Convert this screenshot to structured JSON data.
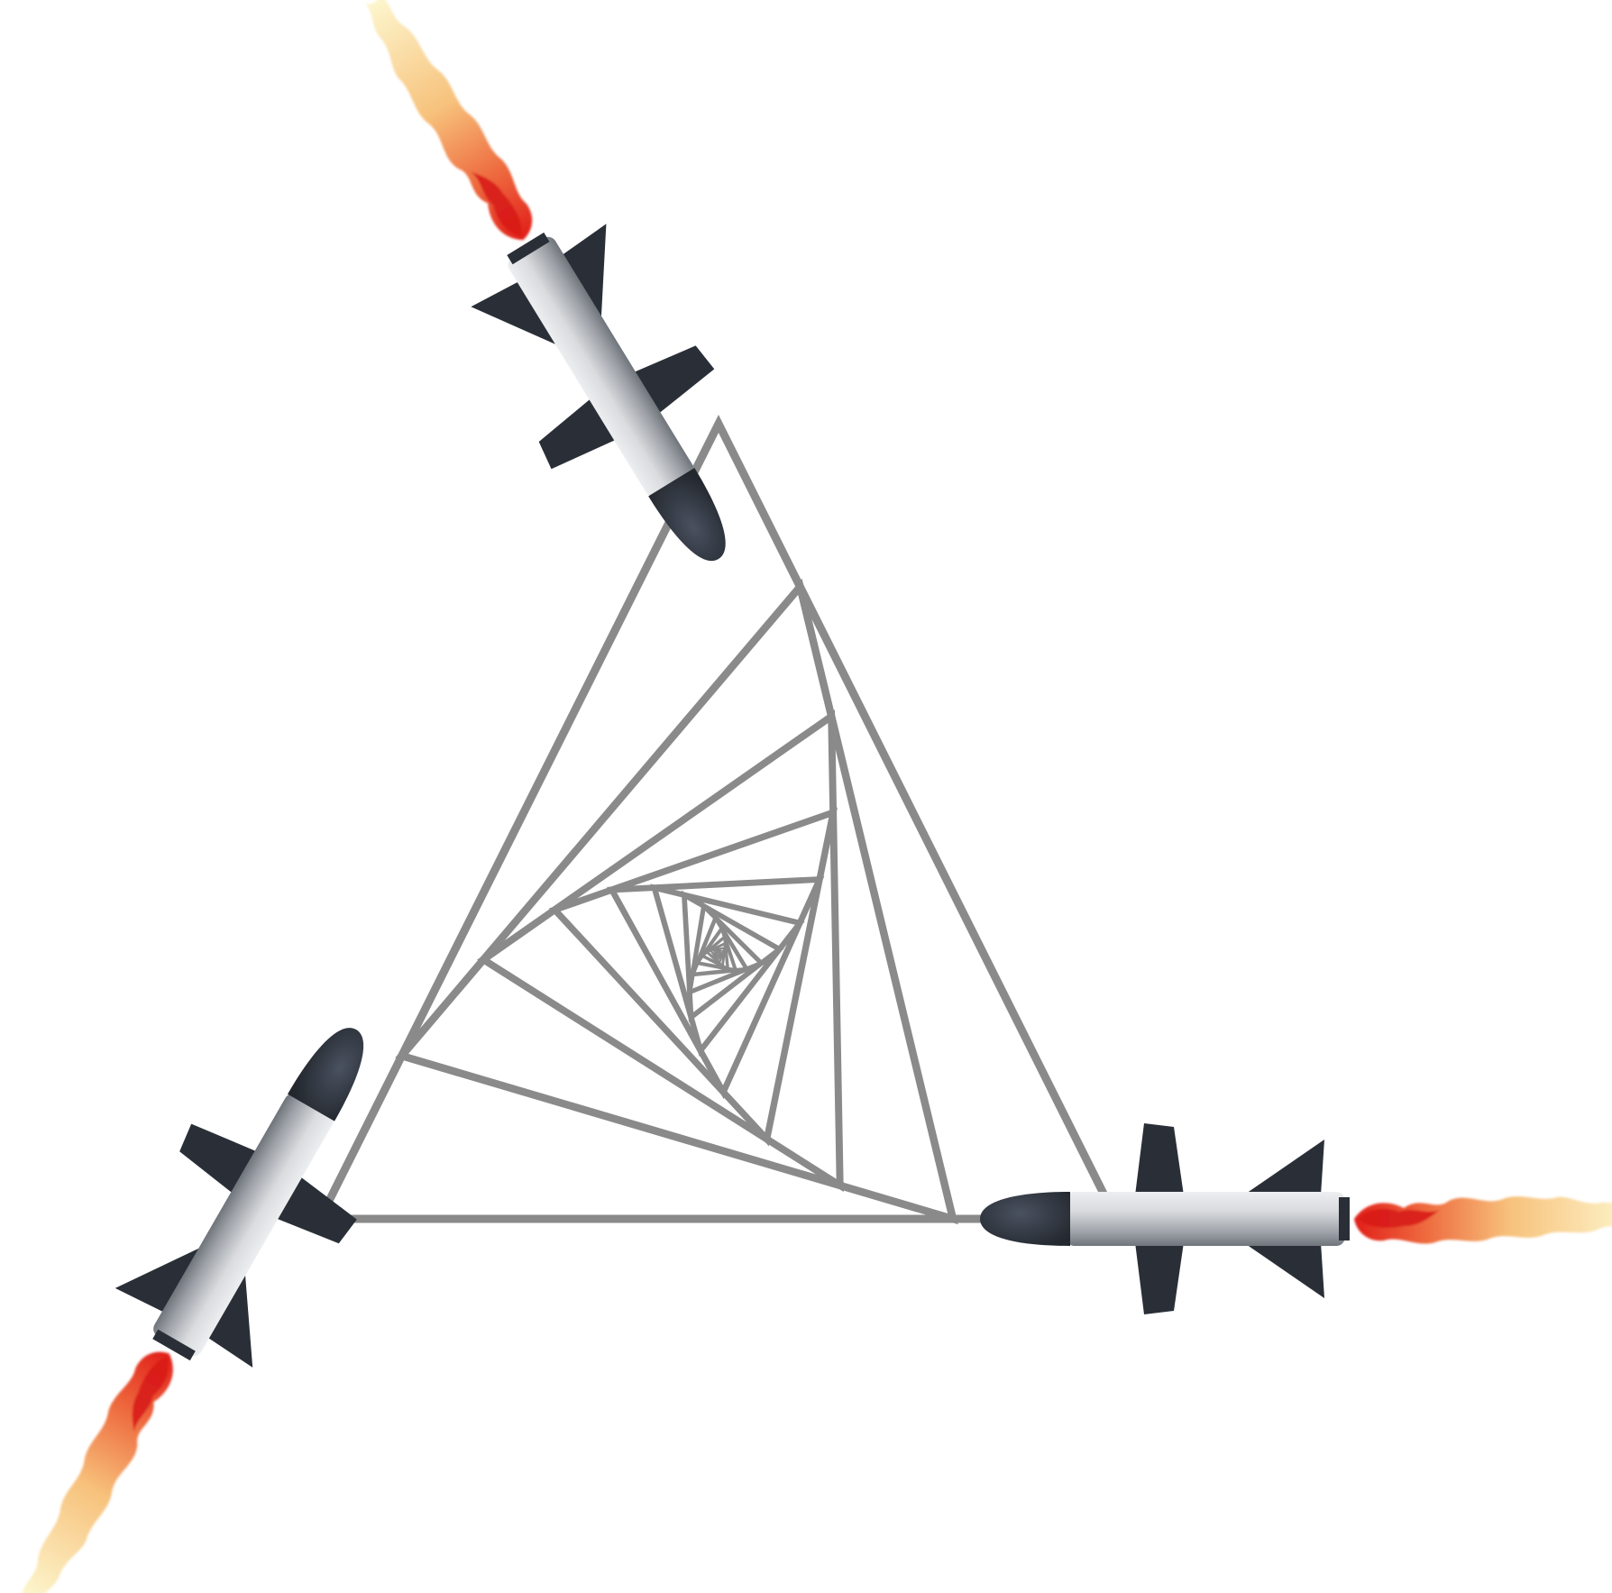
{
  "diagram": {
    "kind": "pursuit-curve",
    "missile_count": 3,
    "nested_triangle_steps": 18,
    "colors": {
      "background": "#ffffff",
      "line": "#8a8a8a",
      "missile_dark": "#2a2f37",
      "missile_body_light": "#e6e7ea",
      "missile_body_mid": "#9a9ea4",
      "flame_hot": "#e0241a",
      "flame_warm": "#f08a4a",
      "flame_cool": "#fbf4c0"
    },
    "missiles": [
      {
        "id": "missile-top",
        "icon": "missile-icon"
      },
      {
        "id": "missile-left",
        "icon": "missile-icon"
      },
      {
        "id": "missile-right",
        "icon": "missile-icon"
      }
    ]
  }
}
